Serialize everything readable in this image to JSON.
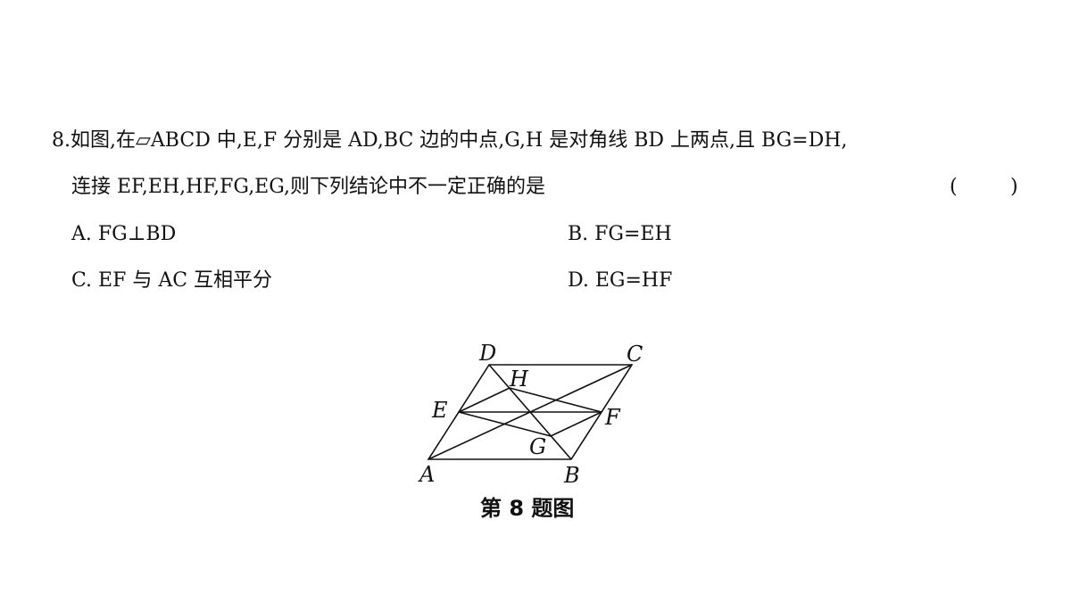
{
  "question": {
    "line1": "8.如图,在▱ABCD 中,E,F 分别是 AD,BC 边的中点,G,H 是对角线 BD 上两点,且 BG=DH,",
    "line2": "连接 EF,EH,HF,FG,EG,则下列结论中不一定正确的是",
    "paren_open": "(",
    "paren_close": ")"
  },
  "options": {
    "a": "A. FG⊥BD",
    "b": "B. FG=EH",
    "c": "C. EF 与 AC 互相平分",
    "d": "D. EG=HF"
  },
  "figure": {
    "labels": {
      "A": "A",
      "B": "B",
      "C": "C",
      "D": "D",
      "E": "E",
      "F": "F",
      "G": "G",
      "H": "H"
    },
    "caption": "第 8 题图"
  }
}
